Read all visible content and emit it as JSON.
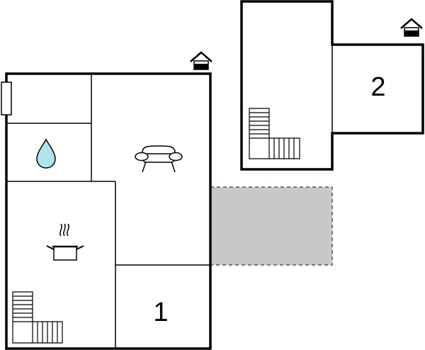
{
  "colors": {
    "wall": "#000000",
    "background": "#ffffff",
    "terrace": "#c8c8c8",
    "water": "#aee4ea"
  },
  "floors": [
    {
      "number_label": "1",
      "icons": [
        "entrance-icon",
        "water-drop-icon",
        "sofa-icon",
        "cooking-pot-icon",
        "stairs-icon",
        "radiator-icon"
      ]
    },
    {
      "number_label": "2",
      "icons": [
        "entrance-icon",
        "stairs-icon"
      ]
    }
  ],
  "terrace": {
    "icon": "terrace-area"
  }
}
